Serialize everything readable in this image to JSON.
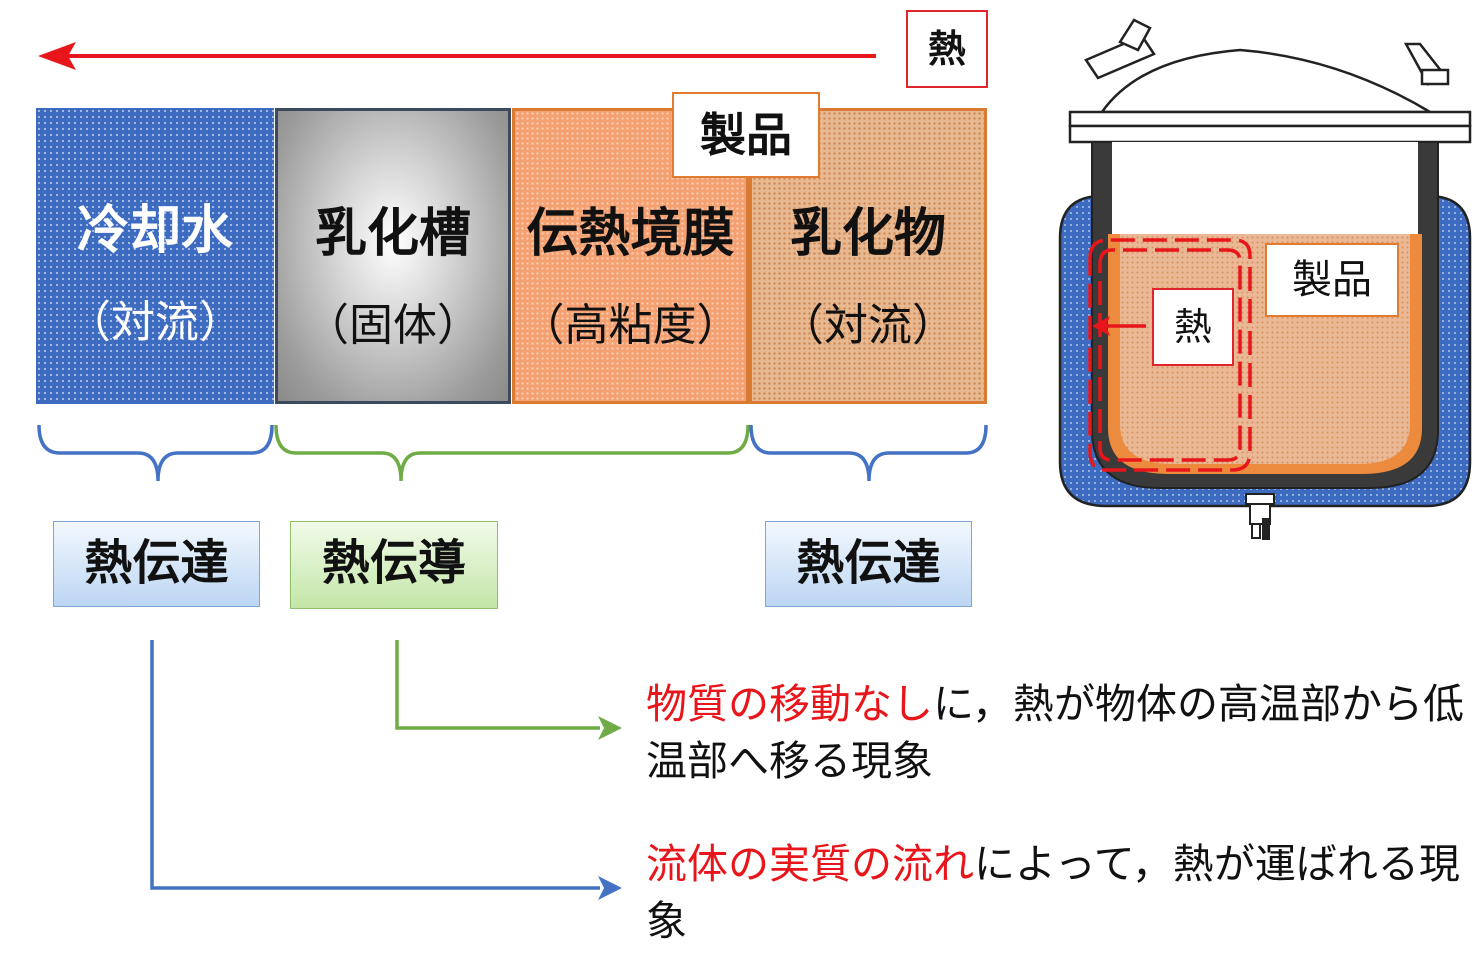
{
  "heat_label": "熱",
  "product_label": "製品",
  "layers": [
    {
      "title": "冷却水",
      "sub": "（対流）"
    },
    {
      "title": "乳化槽",
      "sub": "（固体）"
    },
    {
      "title": "伝熱境膜",
      "sub": "（高粘度）"
    },
    {
      "title": "乳化物",
      "sub": "（対流）"
    }
  ],
  "mechanisms": {
    "convection_left": "熱伝達",
    "conduction": "熱伝導",
    "convection_right": "熱伝達"
  },
  "descriptions": {
    "conduction_highlight": "物質の移動なし",
    "conduction_rest": "に，熱が物体の高温部から低温部へ移る現象",
    "convection_highlight": "流体の実質の流れ",
    "convection_rest": "によって，熱が運ばれる現象"
  },
  "vessel": {
    "product_label": "製品",
    "heat_label": "熱"
  },
  "colors": {
    "heat_red": "#e8161b",
    "water_blue": "#3c6bc0",
    "conduction_green": "#6fac46",
    "convection_blue": "#4472c4",
    "product_orange": "#e07b30"
  }
}
